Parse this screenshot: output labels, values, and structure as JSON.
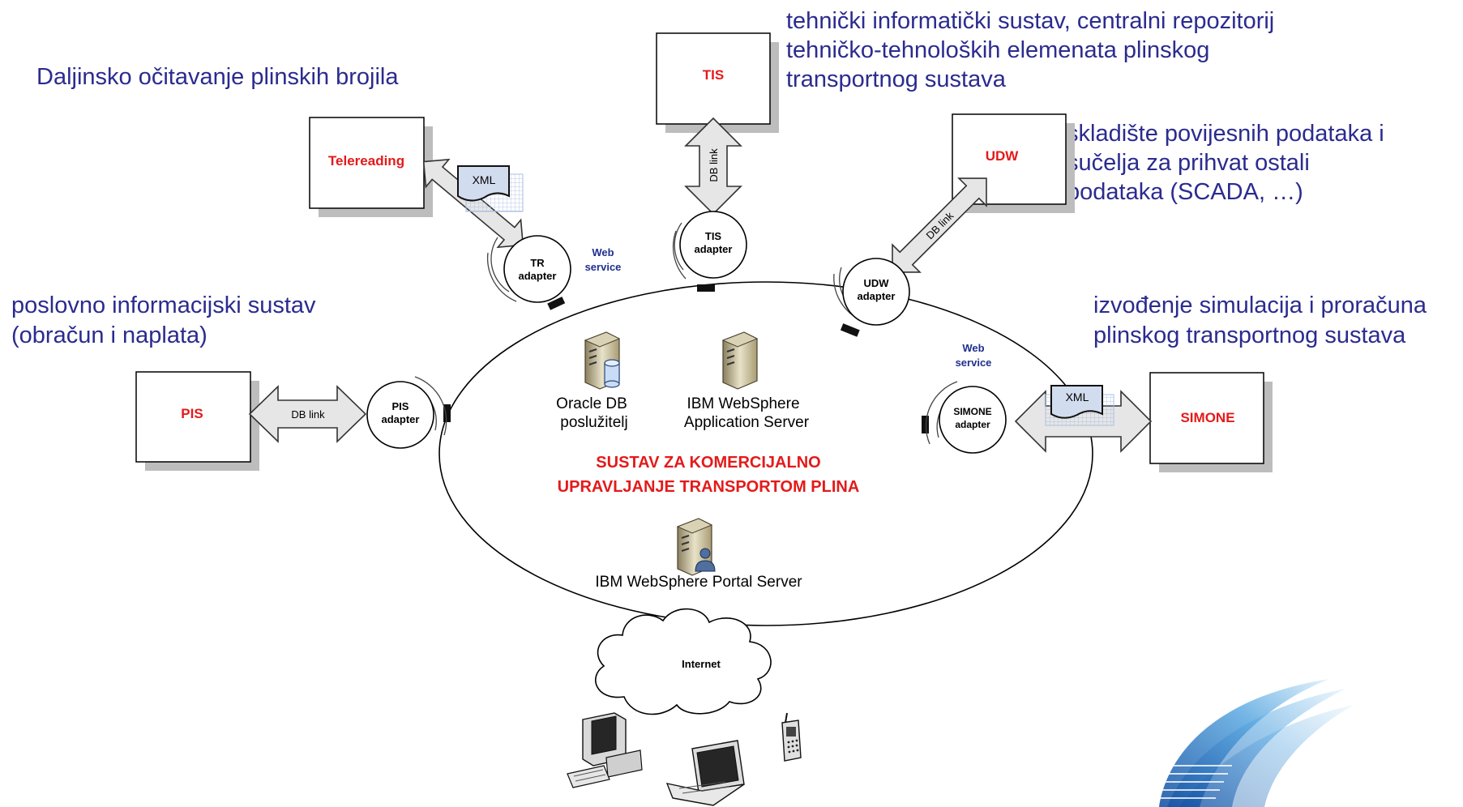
{
  "descriptions": {
    "telereading": "Daljinsko očitavanje plinskih brojila",
    "tis_line1": "tehnički informatički sustav, centralni repozitorij",
    "tis_line2": "tehničko-tehnoloških elemenata plinskog",
    "tis_line3": "transportnog sustava",
    "udw_line1": "skladište povijesnih podataka i",
    "udw_line2": "sučelja za prihvat ostali",
    "udw_line3": "podataka (SCADA, …)",
    "pis_line1": "poslovno informacijski sustav",
    "pis_line2": "(obračun i naplata)",
    "simone_line1": "izvođenje simulacija i proračuna",
    "simone_line2": "plinskog transportnog sustava"
  },
  "systems": {
    "telereading": "Telereading",
    "tis": "TIS",
    "udw": "UDW",
    "pis": "PIS",
    "simone": "SIMONE"
  },
  "adapters": {
    "tr_1": "TR",
    "tr_2": "adapter",
    "tis_1": "TIS",
    "tis_2": "adapter",
    "udw_1": "UDW",
    "udw_2": "adapter",
    "pis_1": "PIS",
    "pis_2": "adapter",
    "simone_1": "SIMONE",
    "simone_2": "adapter"
  },
  "links": {
    "xml_tr": "XML",
    "xml_simone": "XML",
    "db_tis": "DB link",
    "db_udw": "DB link",
    "db_pis": "DB link",
    "ws_tr_1": "Web",
    "ws_tr_2": "service",
    "ws_simone_1": "Web",
    "ws_simone_2": "service"
  },
  "center": {
    "oracle_1": "Oracle DB",
    "oracle_2": "poslužitelj",
    "was_1": "IBM WebSphere",
    "was_2": "Application Server",
    "title_1": "SUSTAV ZA KOMERCIJALNO",
    "title_2": "UPRAVLJANJE TRANSPORTOM PLINA",
    "portal": "IBM WebSphere Portal Server"
  },
  "internet": "Internet",
  "icons": [
    "server-icon",
    "database-icon",
    "user-icon",
    "cloud-icon",
    "desktop-computer-icon",
    "laptop-icon",
    "mobile-phone-icon",
    "xml-document-icon",
    "logo-swirl-icon"
  ],
  "colors": {
    "description_text": "#2b2b8f",
    "system_label": "#e41a1a",
    "title": "#e41a1a",
    "web_service": "#1f2f8f"
  }
}
